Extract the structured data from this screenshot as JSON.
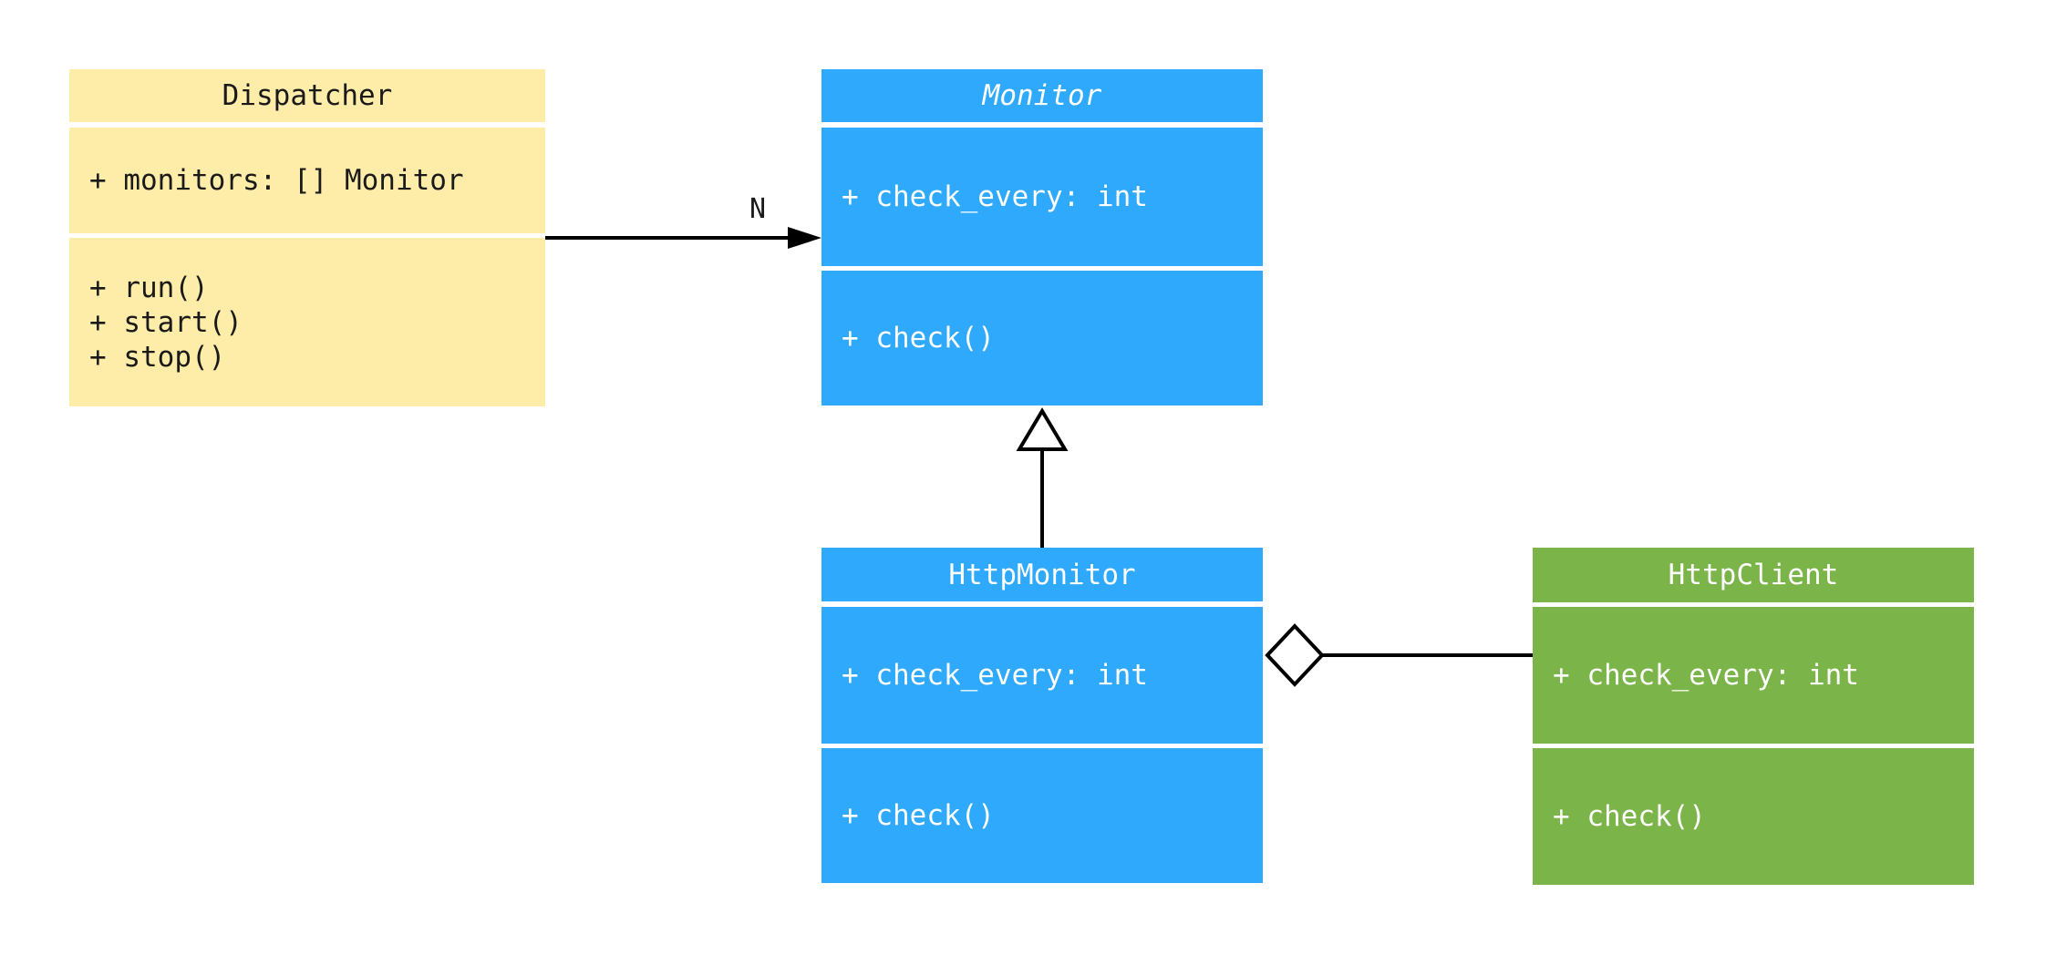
{
  "diagram": {
    "kind": "uml-class-diagram"
  },
  "colors": {
    "class_yellow": "#FEECA9",
    "class_blue": "#2FA9FC",
    "class_green": "#7BB449",
    "line_black": "#000000",
    "text_dark": "#1A1A1A",
    "text_light": "#FFFFFF"
  },
  "classes": {
    "dispatcher": {
      "name": "Dispatcher",
      "attributes": [
        "+ monitors: [] Monitor"
      ],
      "methods": [
        "+ run()",
        "+ start()",
        "+ stop()"
      ]
    },
    "monitor": {
      "name": "Monitor",
      "stereotype": "abstract",
      "attributes": [
        "+ check_every: int"
      ],
      "methods": [
        "+ check()"
      ]
    },
    "http_monitor": {
      "name": "HttpMonitor",
      "attributes": [
        "+ check_every: int"
      ],
      "methods": [
        "+ check()"
      ]
    },
    "http_client": {
      "name": "HttpClient",
      "attributes": [
        "+ check_every: int"
      ],
      "methods": [
        "+ check()"
      ]
    }
  },
  "relationships": {
    "dispatcher_to_monitor": {
      "type": "association-arrow",
      "from": "Dispatcher",
      "to": "Monitor",
      "label": "N"
    },
    "httpmonitor_to_monitor": {
      "type": "inheritance",
      "from": "HttpMonitor",
      "to": "Monitor"
    },
    "httpmonitor_to_httpclient": {
      "type": "aggregation",
      "from": "HttpMonitor",
      "to": "HttpClient"
    }
  }
}
